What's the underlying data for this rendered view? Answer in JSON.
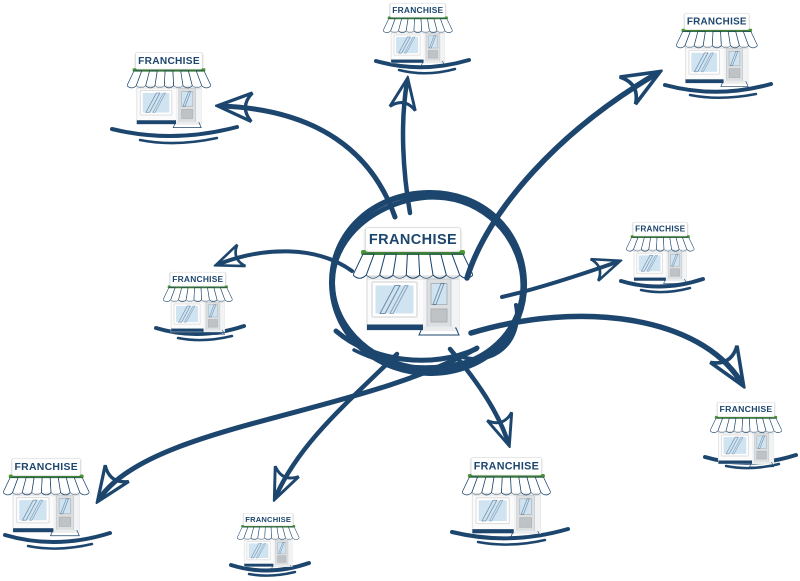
{
  "diagram": {
    "type": "hub-and-spoke-network",
    "hub": {
      "id": "hub",
      "label": "FRANCHISE"
    },
    "satellites": [
      {
        "id": "top-center",
        "label": "FRANCHISE"
      },
      {
        "id": "top-right",
        "label": "FRANCHISE"
      },
      {
        "id": "top-left",
        "label": "FRANCHISE"
      },
      {
        "id": "mid-left",
        "label": "FRANCHISE"
      },
      {
        "id": "mid-right",
        "label": "FRANCHISE"
      },
      {
        "id": "right",
        "label": "FRANCHISE"
      },
      {
        "id": "bottom-left",
        "label": "FRANCHISE"
      },
      {
        "id": "bottom-center-left",
        "label": "FRANCHISE"
      },
      {
        "id": "bottom-center-right",
        "label": "FRANCHISE"
      }
    ],
    "edges": [
      {
        "from": "hub",
        "to": "top-center"
      },
      {
        "from": "hub",
        "to": "top-right"
      },
      {
        "from": "hub",
        "to": "top-left"
      },
      {
        "from": "hub",
        "to": "mid-left"
      },
      {
        "from": "hub",
        "to": "mid-right"
      },
      {
        "from": "hub",
        "to": "right"
      },
      {
        "from": "hub",
        "to": "bottom-left"
      },
      {
        "from": "hub",
        "to": "bottom-center-left"
      },
      {
        "from": "hub",
        "to": "bottom-center-right"
      }
    ]
  },
  "colors": {
    "navy": "#1d466e",
    "green": "#5aa73a",
    "green_dark": "#4c9a2d",
    "glass": "#cfe3f1",
    "background": "#ffffff"
  }
}
